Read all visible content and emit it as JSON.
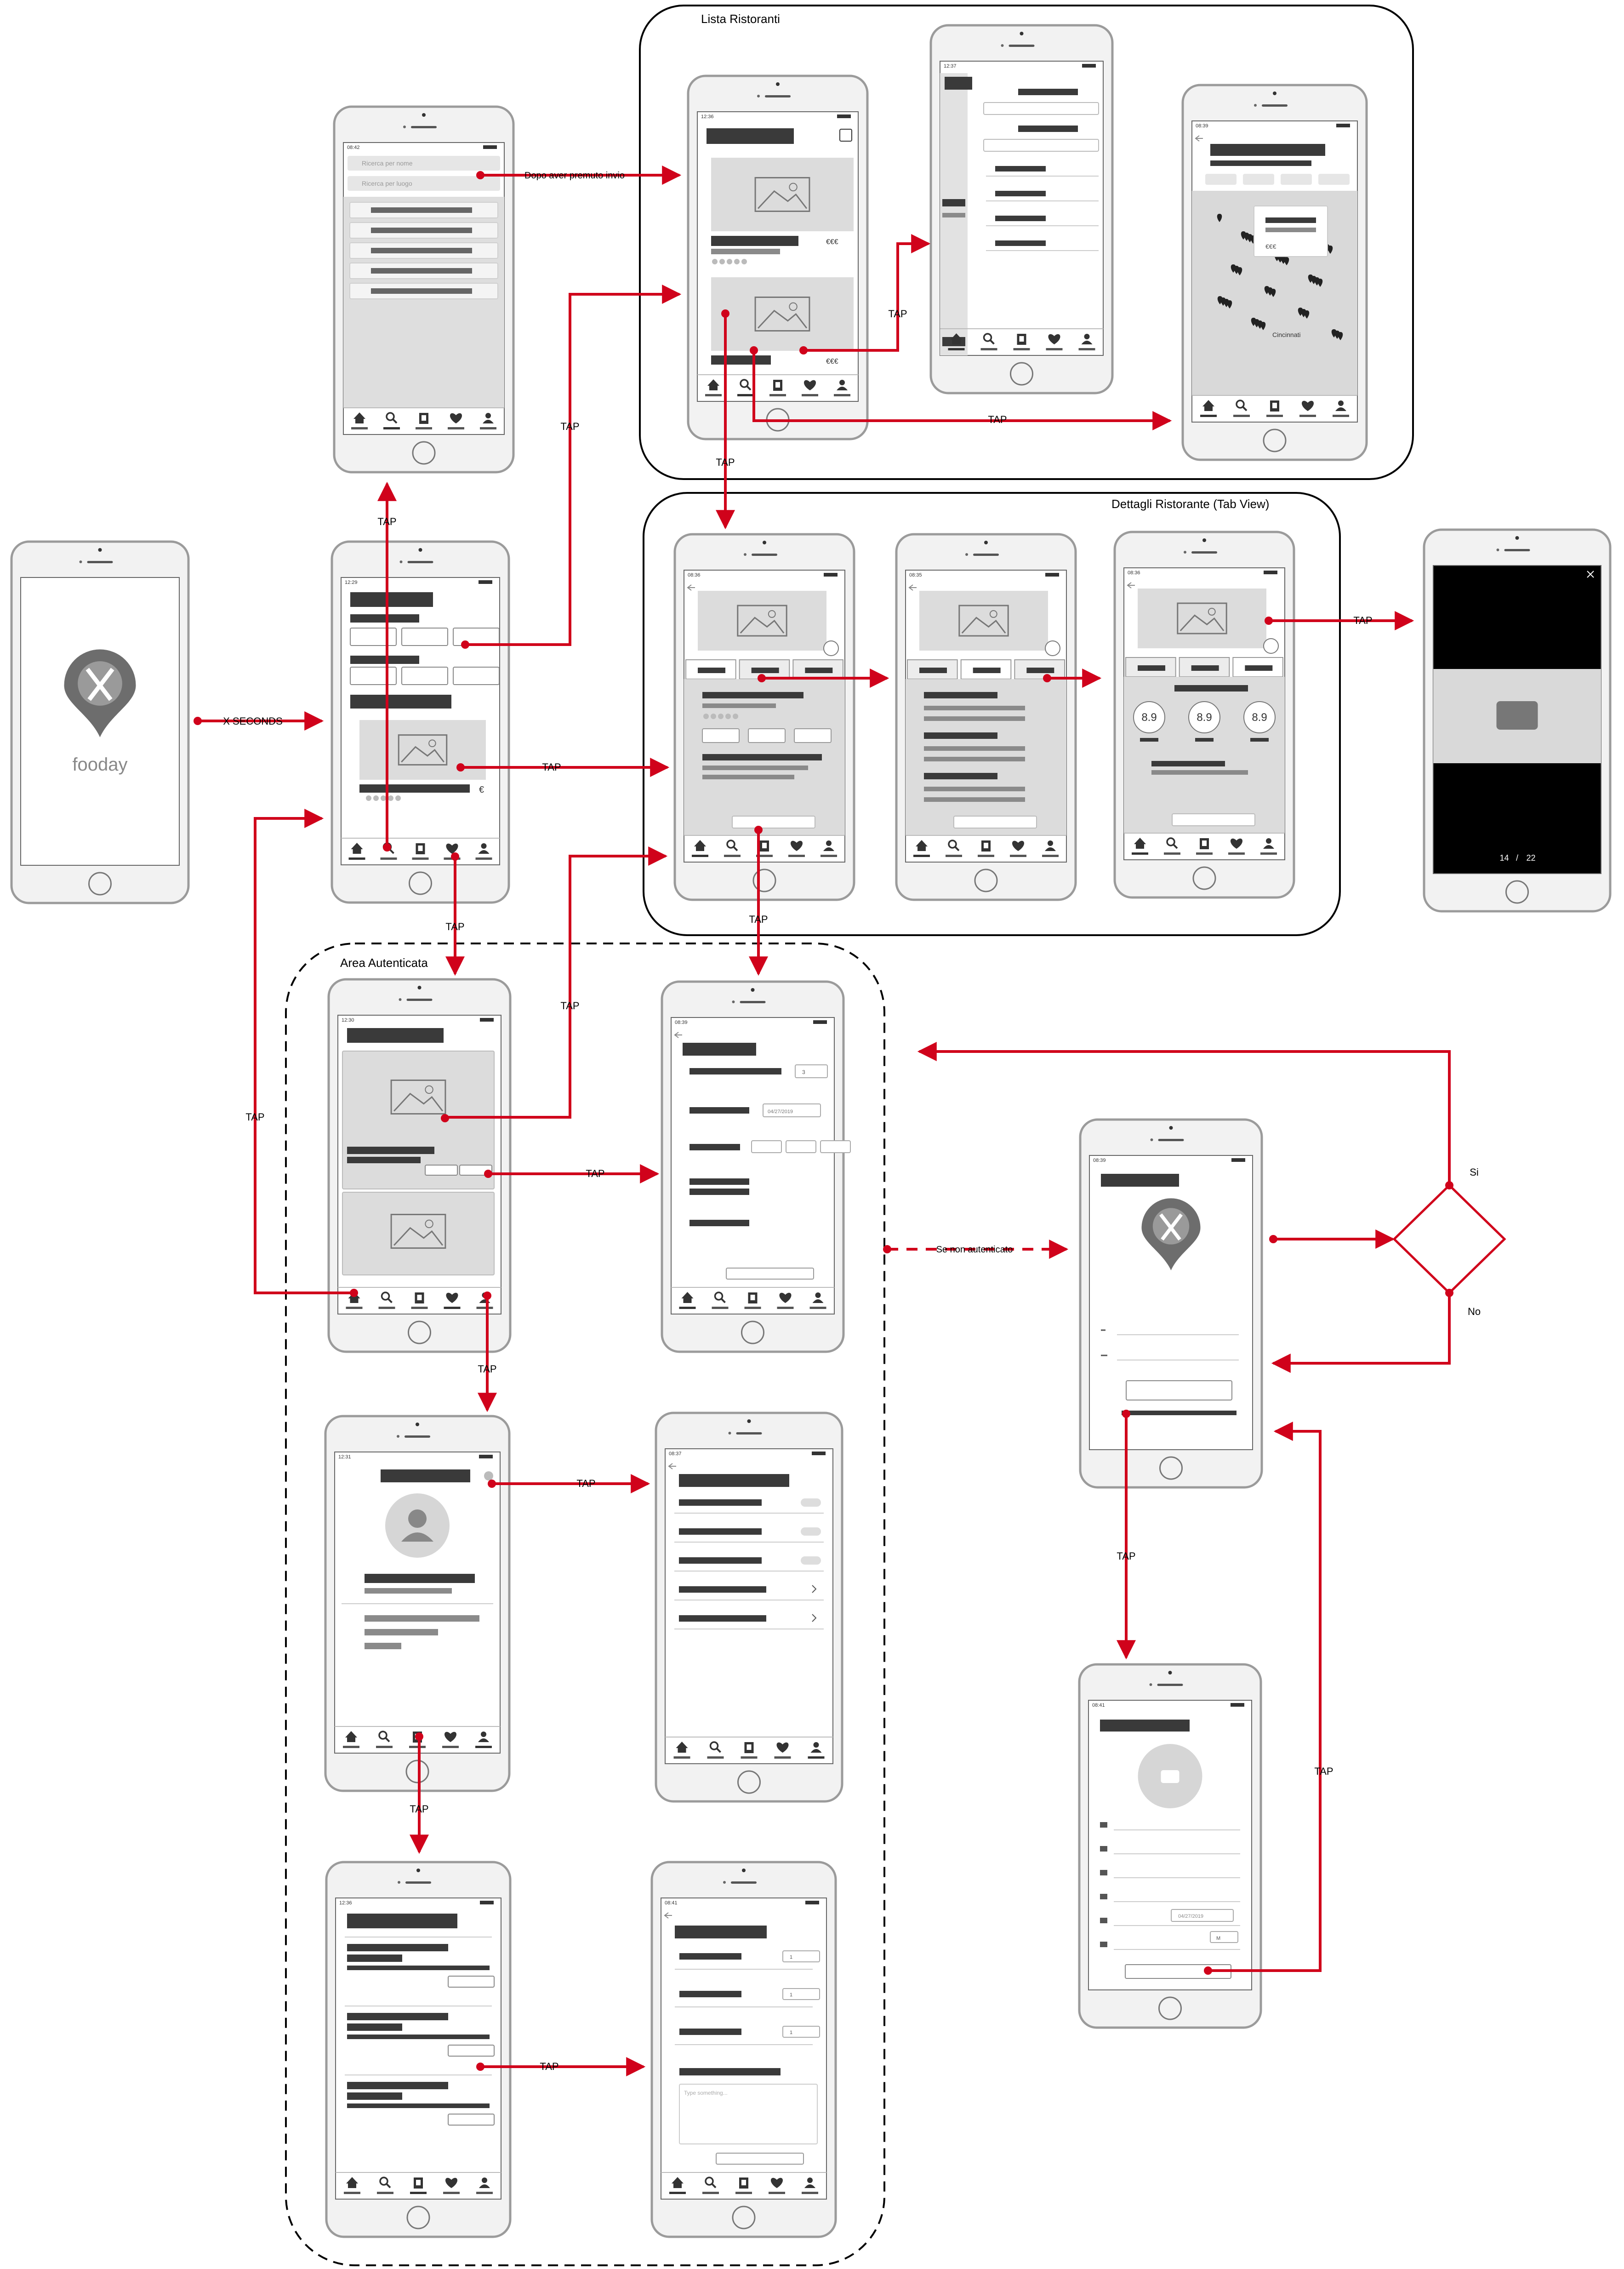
{
  "groups": {
    "lista_ristoranti": "Lista Ristoranti",
    "dettagli_ristorante": "Dettagli Ristorante (Tab View)",
    "area_autenticata": "Area Autenticata"
  },
  "app": {
    "logo_text": "fooday"
  },
  "edge_labels": {
    "x_seconds": "X SECONDS",
    "tap": "TAP",
    "dopo_invio": "Dopo aver premuto invio",
    "se_non_autenticato": "Se non autenticato",
    "si": "Si",
    "no": "No"
  },
  "screens": {
    "search": {
      "time": "08:42",
      "search_by_name": "Ricerca per nome",
      "search_by_place": "Ricerca per luogo"
    },
    "home": {
      "time": "12:29",
      "price": "€"
    },
    "list": {
      "time": "12:36",
      "price1": "€€€",
      "price2": "€€€"
    },
    "filters": {
      "time": "12:37"
    },
    "map": {
      "time": "08:39",
      "price": "€€€",
      "city": "Cincinnati"
    },
    "detail1": {
      "time": "08:36"
    },
    "detail2": {
      "time": "08:35"
    },
    "detail3": {
      "time": "08:36",
      "score1": "8.9",
      "score2": "8.9",
      "score3": "8.9"
    },
    "gallery": {
      "counter_current": "14",
      "counter_sep": "/",
      "counter_total": "22"
    },
    "favorites": {
      "time": "12:30"
    },
    "booking": {
      "time": "08:39",
      "people": "3",
      "date": "04/27/2019"
    },
    "login": {
      "time": "08:39"
    },
    "profile": {
      "time": "12:31"
    },
    "settings": {
      "time": "08:37"
    },
    "register": {
      "time": "08:41",
      "date": "04/27/2019",
      "gender": "M"
    },
    "reservations": {
      "time": "12:36"
    },
    "review": {
      "time": "08:41",
      "qty": "1",
      "placeholder": "Type something..."
    }
  },
  "colors": {
    "accent_red": "#d0021b",
    "dark_block": "#3a3a3a",
    "mid_block": "#8a8a8a",
    "light_fill": "#e0e0e0",
    "phone_body": "#f2f2f2",
    "phone_stroke": "#9b9b9b"
  },
  "icons": [
    "home-icon",
    "search-icon",
    "book-icon",
    "heart-icon",
    "user-icon",
    "image-icon",
    "map-pin-icon",
    "fork-spoon-icon",
    "filter-icon",
    "key-icon",
    "calendar-icon",
    "camera-icon",
    "chevron-right-icon",
    "close-icon"
  ]
}
